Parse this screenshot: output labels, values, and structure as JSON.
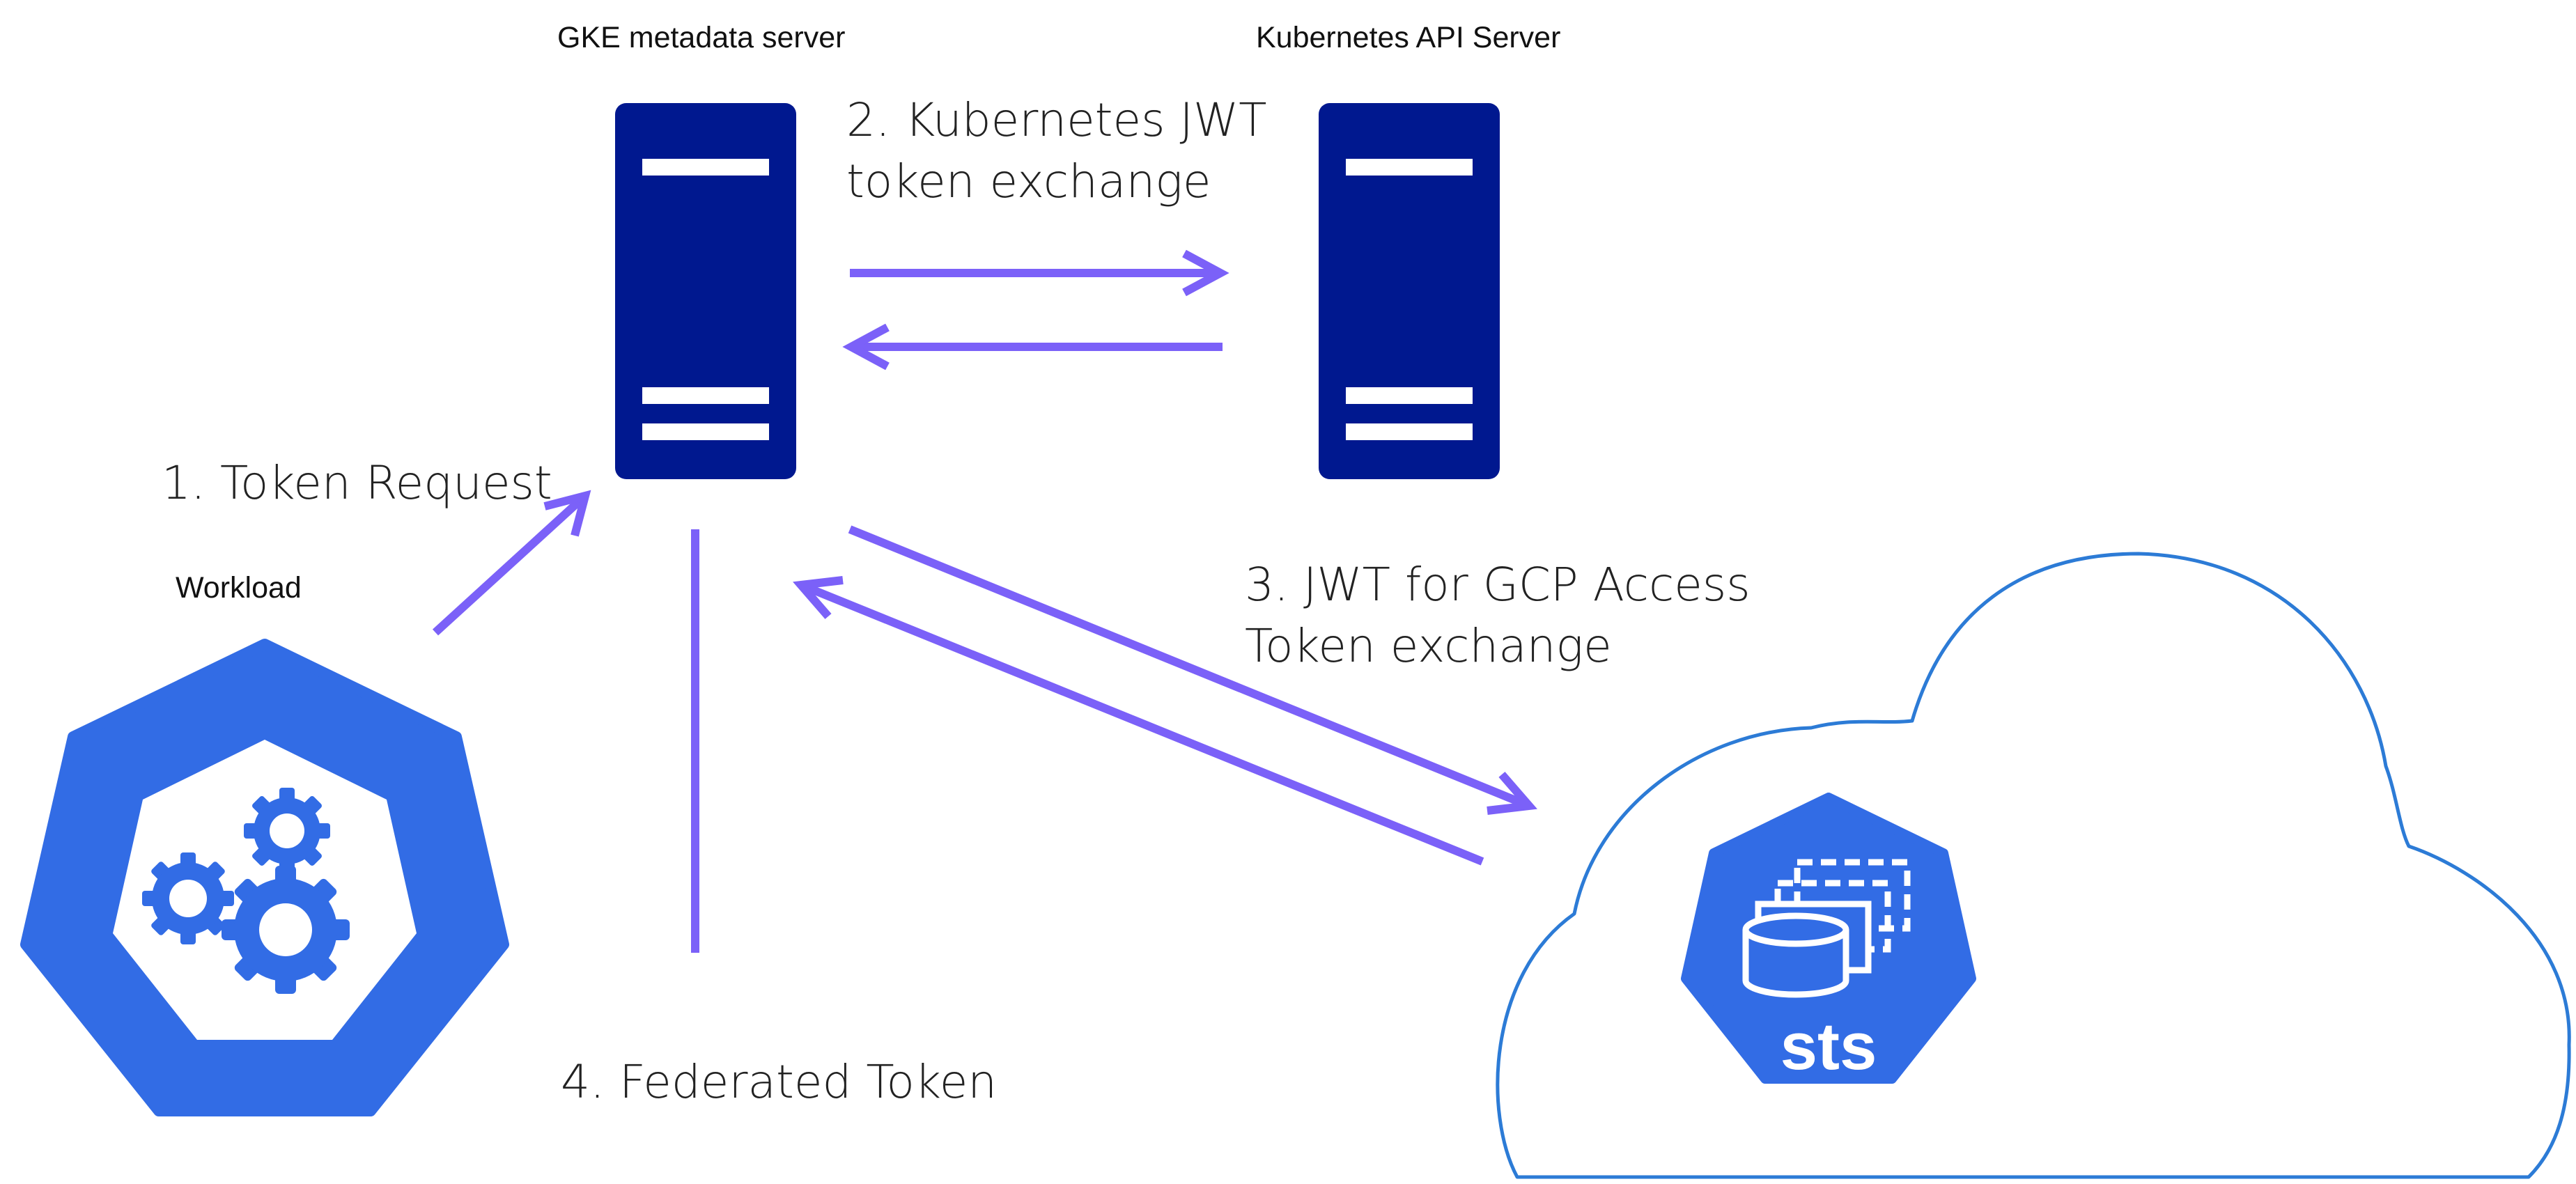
{
  "nodes": {
    "metadata_server": {
      "label": "GKE metadata server"
    },
    "api_server": {
      "label": "Kubernetes API Server"
    },
    "workload": {
      "label": "Workload"
    },
    "sts": {
      "label": "sts"
    }
  },
  "steps": {
    "token_request": {
      "label": "1. Token Request"
    },
    "jwt_exchange": {
      "line1": "2. Kubernetes JWT",
      "line2": "token exchange"
    },
    "gcp_exchange": {
      "line1": "3. JWT for GCP Access",
      "line2": "Token exchange"
    },
    "federated_token": {
      "label": "4. Federated Token"
    }
  },
  "colors": {
    "server": "#00188F",
    "server_slot": "#FFFFFF",
    "arrow": "#7B61F8",
    "kubernetes_blue": "#326CE5",
    "cloud_outline": "#2C7BD6"
  }
}
